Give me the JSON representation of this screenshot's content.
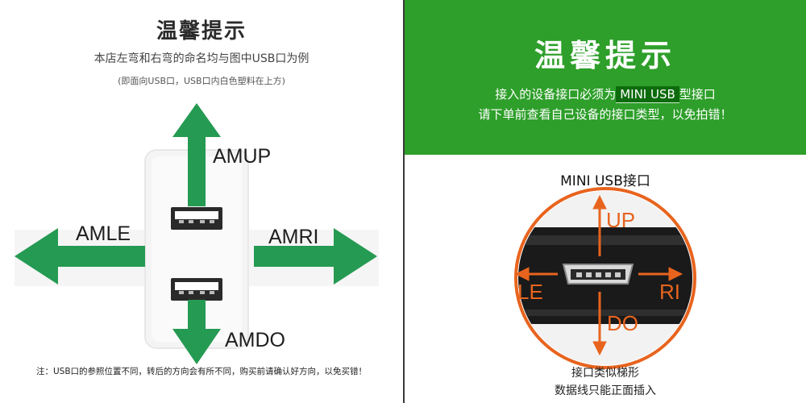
{
  "left": {
    "title": "温馨提示",
    "subtitle": "本店左弯和右弯的命名均与图中USB口为例",
    "subtitle2": "(即面向USB口，USB口内白色塑料在上方)",
    "labels": {
      "up": "AMUP",
      "left": "AMLE",
      "right": "AMRI",
      "down": "AMDO"
    },
    "note": "注：USB口的参照位置不同，转后的方向会有所不同，购买前请确认好方向，以免买错！",
    "colors": {
      "arrow": "#259a52",
      "charger": "#f7f7f7"
    }
  },
  "right": {
    "title": "温馨提示",
    "line1_prefix": "接入的设备接口必须为",
    "line1_badge": "MINI USB",
    "line1_suffix": "型接口",
    "line2": "请下单前查看自己设备的接口类型，以免拍错！",
    "port_title": "MINI  USB接口",
    "labels": {
      "up": "UP",
      "left": "LE",
      "right": "RI",
      "down": "DO"
    },
    "bottom1": "接口类似梯形",
    "bottom2": "数据线只能正面插入",
    "colors": {
      "banner": "#2e9f2a",
      "badge": "#0d6b0d",
      "circle": "#e8641e"
    }
  }
}
